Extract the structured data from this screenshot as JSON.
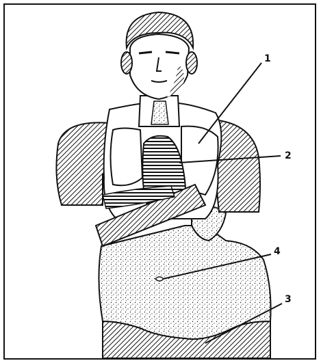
{
  "figure": {
    "labels": {
      "one": "1",
      "two": "2",
      "three": "3",
      "four": "4"
    },
    "colors": {
      "ink": "#111111",
      "paper": "#ffffff"
    }
  }
}
